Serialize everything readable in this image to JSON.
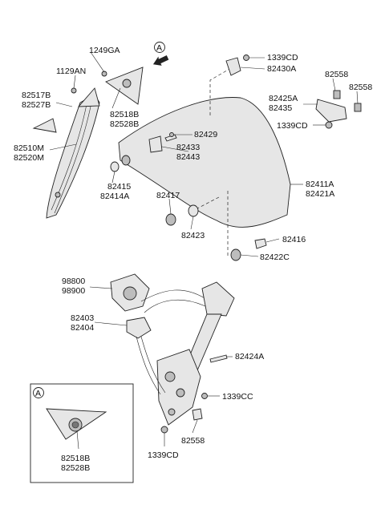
{
  "diagram": {
    "view_marker": "A",
    "labels": {
      "l1249GA": "1249GA",
      "l1129AN": "1129AN",
      "l82517B": "82517B",
      "l82527B": "82527B",
      "l82518B": "82518B",
      "l82528B": "82528B",
      "l82510M": "82510M",
      "l82520M": "82520M",
      "l1339CD_a": "1339CD",
      "l82430A": "82430A",
      "l82558_a": "82558",
      "l82558_b": "82558",
      "l82425A": "82425A",
      "l82435": "82435",
      "l1339CD_b": "1339CD",
      "l82429": "82429",
      "l82433": "82433",
      "l82443": "82443",
      "l82415": "82415",
      "l82414A": "82414A",
      "l82411A": "82411A",
      "l82421A": "82421A",
      "l82417": "82417",
      "l82423": "82423",
      "l82416": "82416",
      "l82422C": "82422C",
      "l98800": "98800",
      "l98900": "98900",
      "l82403": "82403",
      "l82404": "82404",
      "l82424A": "82424A",
      "l1339CC": "1339CC",
      "l82558_c": "82558",
      "l1339CD_c": "1339CD",
      "inset_a": "82518B",
      "inset_b": "82528B"
    }
  }
}
